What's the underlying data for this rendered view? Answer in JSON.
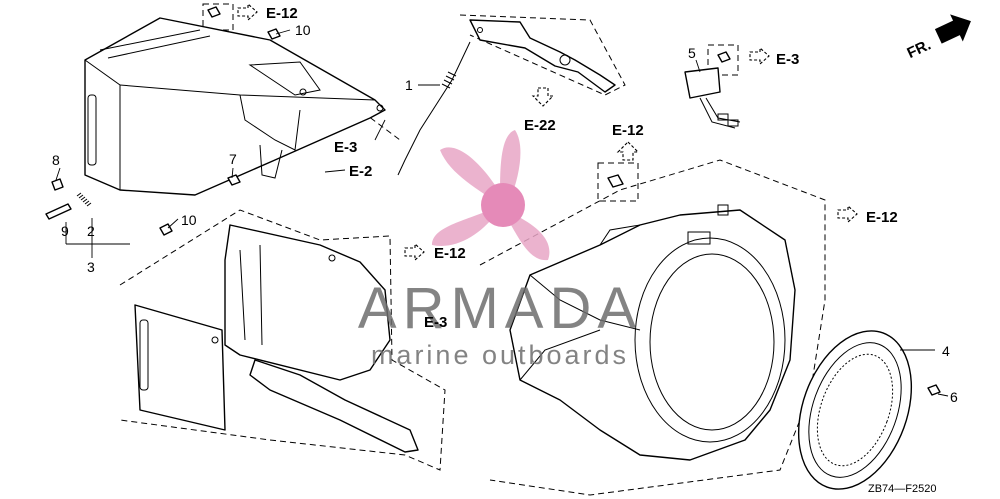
{
  "refs": {
    "e12_top": "E-12",
    "e3_top": "E-3",
    "e22": "E-22",
    "e12_mid": "E-12",
    "e3_left": "E-3",
    "e2": "E-2",
    "e12_center": "E-12",
    "e12_right": "E-12",
    "e3_low": "E-3"
  },
  "parts": {
    "p1": "1",
    "p2": "2",
    "p3": "3",
    "p4": "4",
    "p5": "5",
    "p6": "6",
    "p7": "7",
    "p8": "8",
    "p9": "9",
    "p10a": "10",
    "p10b": "10"
  },
  "front_label": "FR.",
  "diagram_code": "ZB74—F2520",
  "watermark": {
    "brand": "ARMADA",
    "tagline": "marine outboards",
    "logo": "propeller-logo",
    "brand_color": "#6d6d6d",
    "logo_color": "#e8a6c6",
    "hub_color": "#e58ab8"
  }
}
